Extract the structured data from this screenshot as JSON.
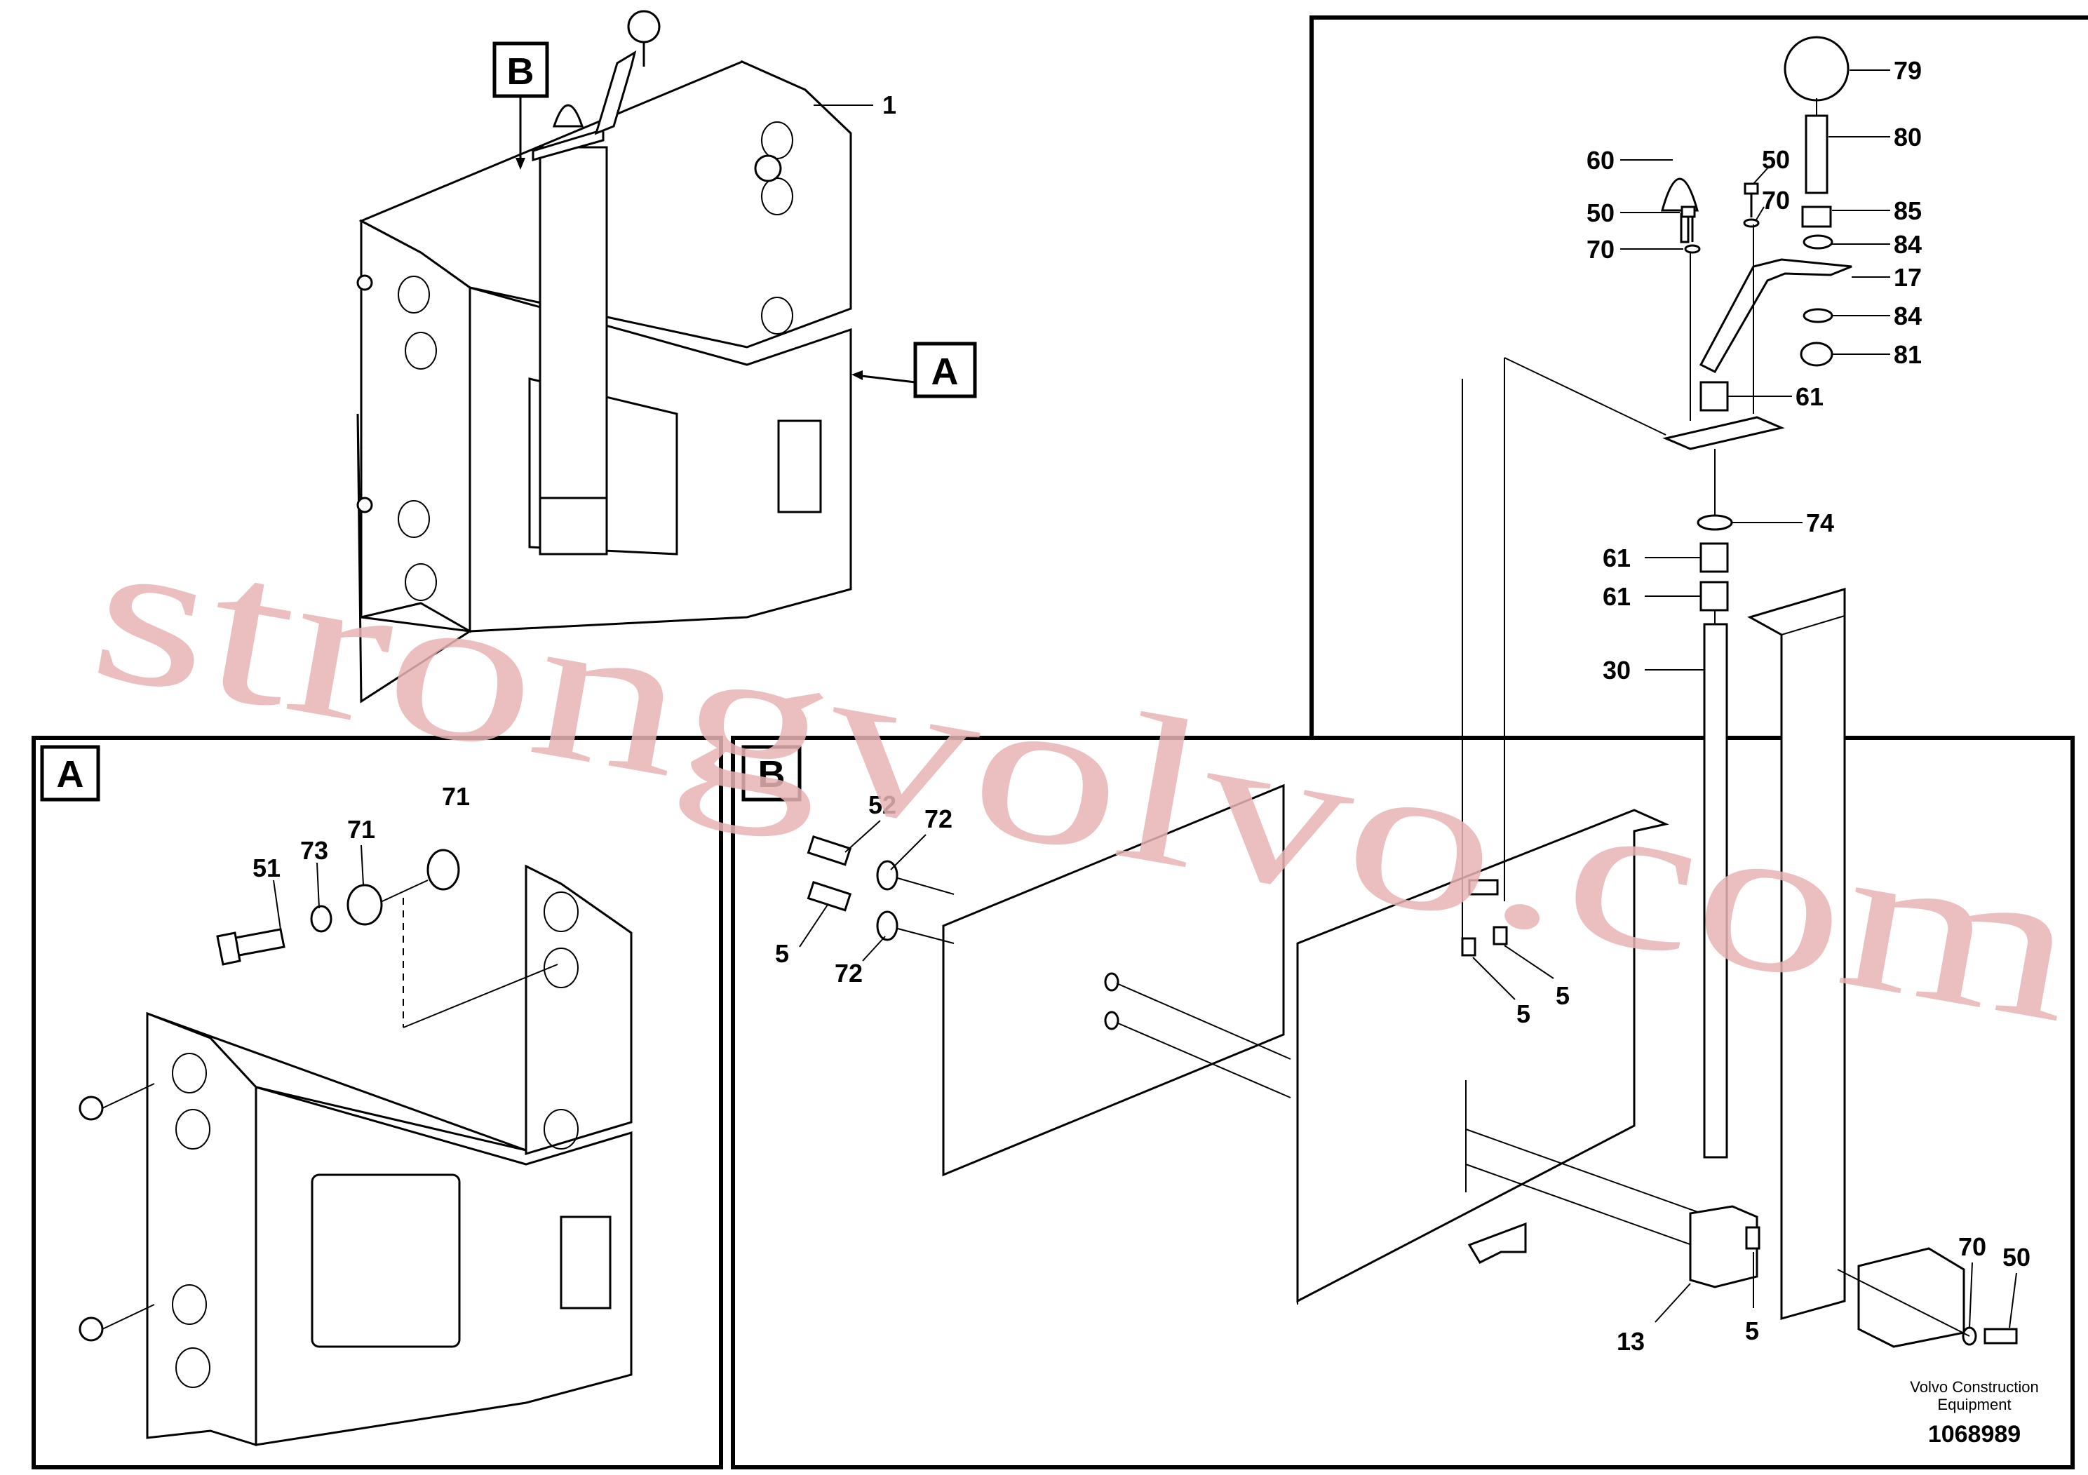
{
  "panels": {
    "overview": {
      "callout_b": "B",
      "callout_a": "A",
      "part_1": "1"
    },
    "detail_a": {
      "title": "A",
      "labels": {
        "p71_top": "71",
        "p73": "73",
        "p71": "71",
        "p51": "51"
      }
    },
    "detail_b": {
      "title": "B",
      "labels": {
        "p52": "52",
        "p72_top": "72",
        "p5_left": "5",
        "p72_bot": "72",
        "p5_mid1": "5",
        "p5_mid2": "5",
        "p13": "13",
        "p5_bot": "5",
        "p70_bot": "70",
        "p50_bot": "50"
      }
    },
    "lever_detail": {
      "labels": {
        "p79": "79",
        "p80": "80",
        "p60": "60",
        "p50_a": "50",
        "p70_a": "70",
        "p50_b": "50",
        "p85": "85",
        "p70_b": "70",
        "p84_a": "84",
        "p17": "17",
        "p84_b": "84",
        "p81": "81",
        "p61_a": "61",
        "p74": "74",
        "p61_b": "61",
        "p61_c": "61",
        "p30": "30"
      }
    }
  },
  "watermark": "strongvolvo.com",
  "footer": {
    "company_line1": "Volvo Construction",
    "company_line2": "Equipment",
    "doc_number": "1068989"
  }
}
